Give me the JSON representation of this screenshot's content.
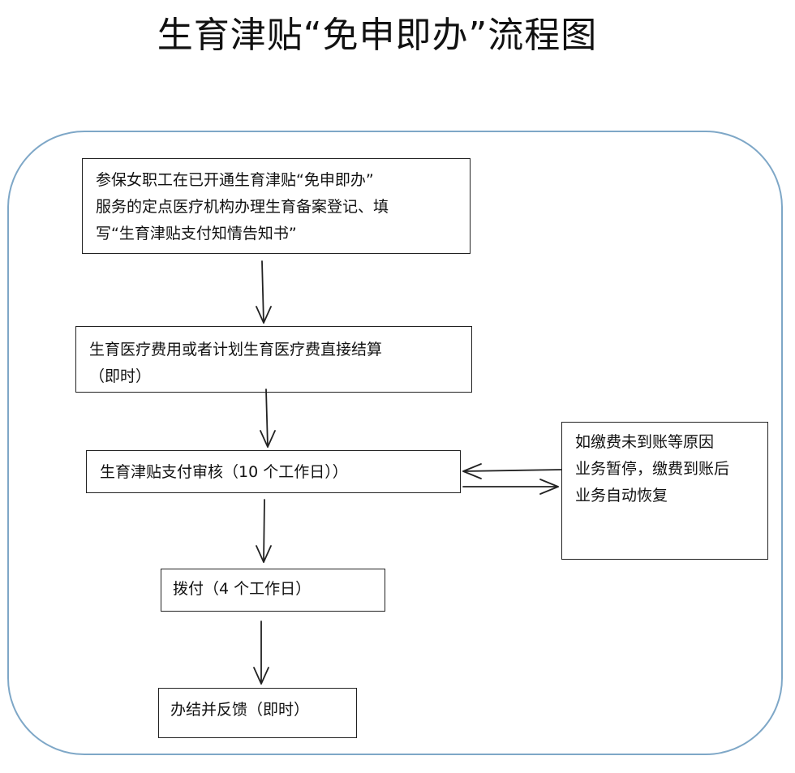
{
  "title": "生育津贴“免申即办”流程图",
  "steps": {
    "step1": {
      "lines": [
        "参保女职工在已开通生育津贴“免申即办”",
        "服务的定点医疗机构办理生育备案登记、填",
        "写“生育津贴支付知情告知书”"
      ]
    },
    "step2": {
      "lines": [
        "生育医疗费用或者计划生育医疗费直接结算",
        "（即时）"
      ]
    },
    "step3": {
      "lines": [
        "生育津贴支付审核（10 个工作日））"
      ]
    },
    "step4": {
      "lines": [
        "拨付（4 个工作日）"
      ]
    },
    "step5": {
      "lines": [
        "办结并反馈（即时）"
      ]
    }
  },
  "side_note": {
    "lines": [
      "如缴费未到账等原因",
      "业务暂停，缴费到账后",
      "业务自动恢复"
    ]
  }
}
